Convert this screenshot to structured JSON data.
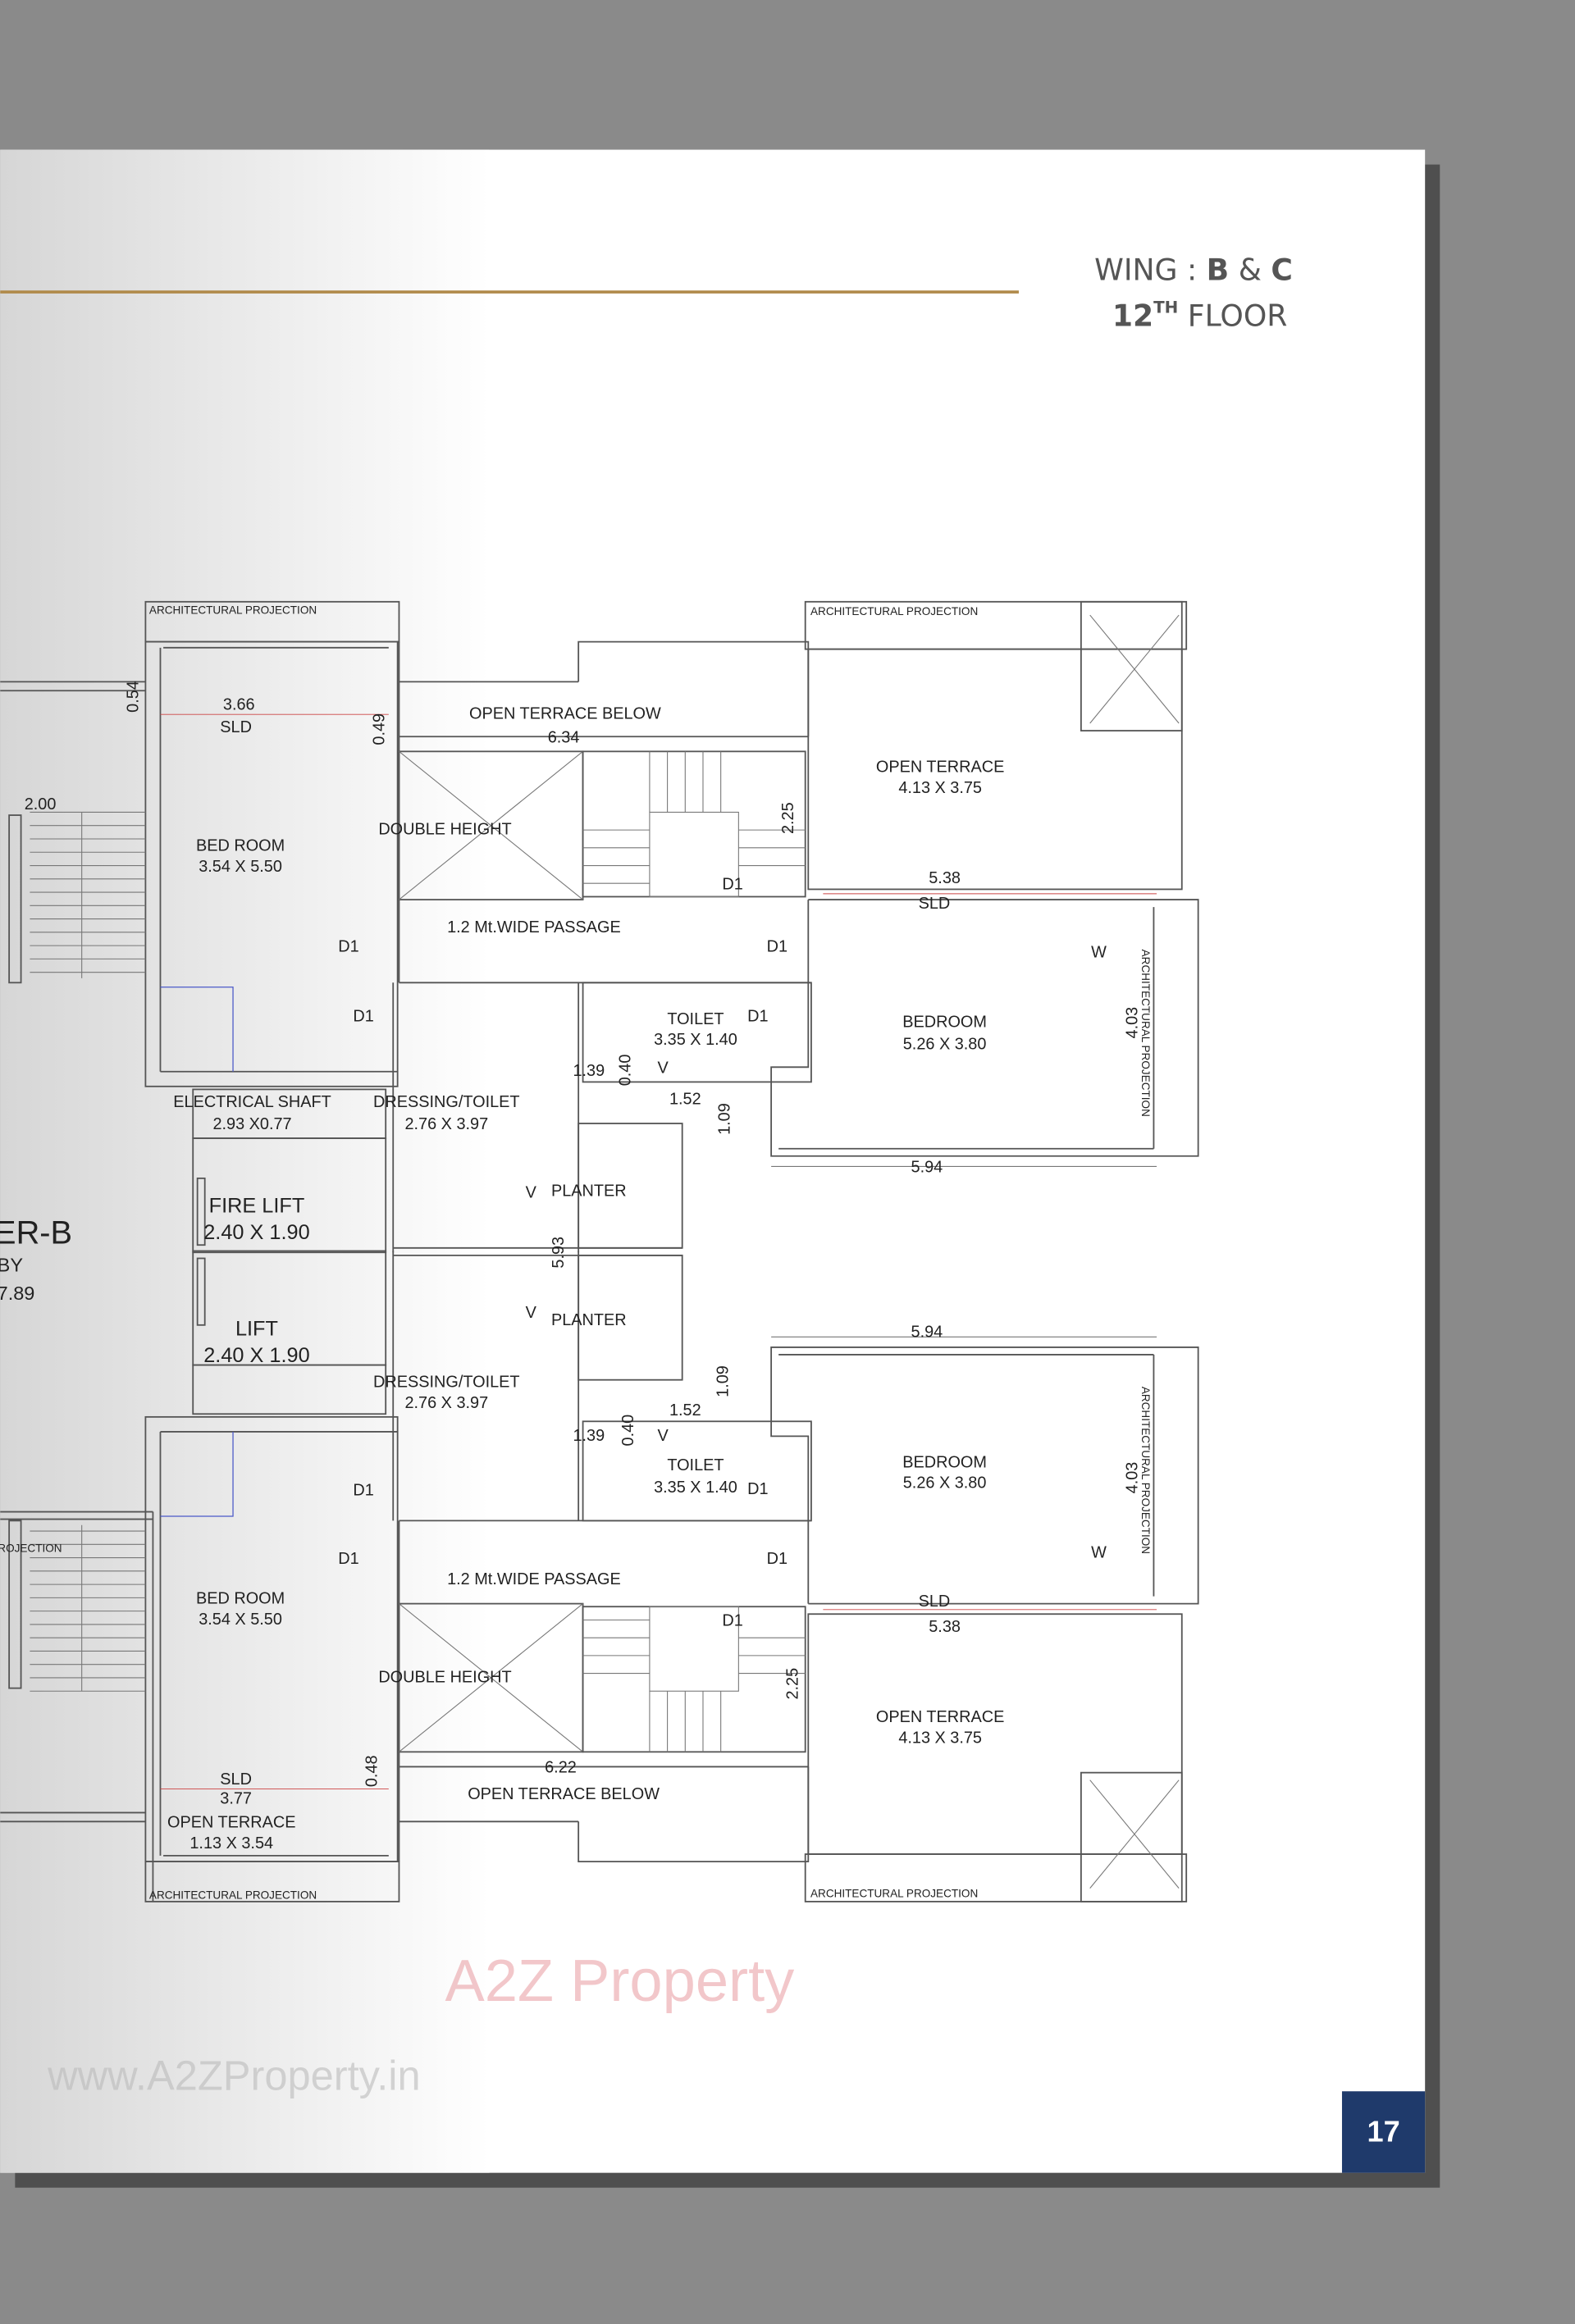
{
  "header": {
    "wing_prefix": "WING :",
    "wing_b": "B",
    "amp": "&",
    "wing_c": "C",
    "floor_num": "12",
    "floor_sup": "TH",
    "floor_word": "FLOOR"
  },
  "page_number": "17",
  "colors": {
    "background": "#8a8a8a",
    "page": "#ffffff",
    "accent_line": "#b08a4a",
    "page_badge": "#1f3a6b"
  },
  "watermarks": {
    "center": "A2Z Property",
    "url": "www.A2ZProperty.in"
  },
  "plan": {
    "arch_projection": "ARCHITECTURAL PROJECTION",
    "projection_cut": "ROJECTION",
    "tower": {
      "name": "ER-B",
      "line2": "BY",
      "line3": "7.89"
    },
    "open_terrace_below": "OPEN  TERRACE BELOW",
    "double_height": "DOUBLE HEIGHT",
    "passage": "1.2 Mt.WIDE PASSAGE",
    "open_terrace": "OPEN TERRACE",
    "open_terrace_size": "4.13 X 3.75",
    "small_terrace_size": "1.13 X 3.54",
    "bed_room": "BED ROOM",
    "bed_room_size": "3.54 X 5.50",
    "bedroom": "BEDROOM",
    "bedroom_size": "5.26 X 3.80",
    "toilet": "TOILET",
    "toilet_size": "3.35 X 1.40",
    "dressing": "DRESSING/TOILET",
    "dressing_size": "2.76 X 3.97",
    "elec_shaft": "ELECTRICAL SHAFT",
    "elec_shaft_size": "2.93 X0.77",
    "fire_lift": "FIRE LIFT",
    "lift": "LIFT",
    "lift_size": "2.40 X 1.90",
    "planter": "PLANTER",
    "sld": "SLD",
    "d1": "D1",
    "w": "W",
    "v": "V",
    "dims": {
      "d366": "3.66",
      "d054": "0.54",
      "d049": "0.49",
      "d200": "2.00",
      "d634": "6.34",
      "d225": "2.25",
      "d538": "5.38",
      "d403": "4.03",
      "d139": "1.39",
      "d040": "0.40",
      "d152": "1.52",
      "d109": "1.09",
      "d594": "5.94",
      "d593": "5.93",
      "d377": "3.77",
      "d048": "0.48",
      "d622": "6.22"
    }
  }
}
